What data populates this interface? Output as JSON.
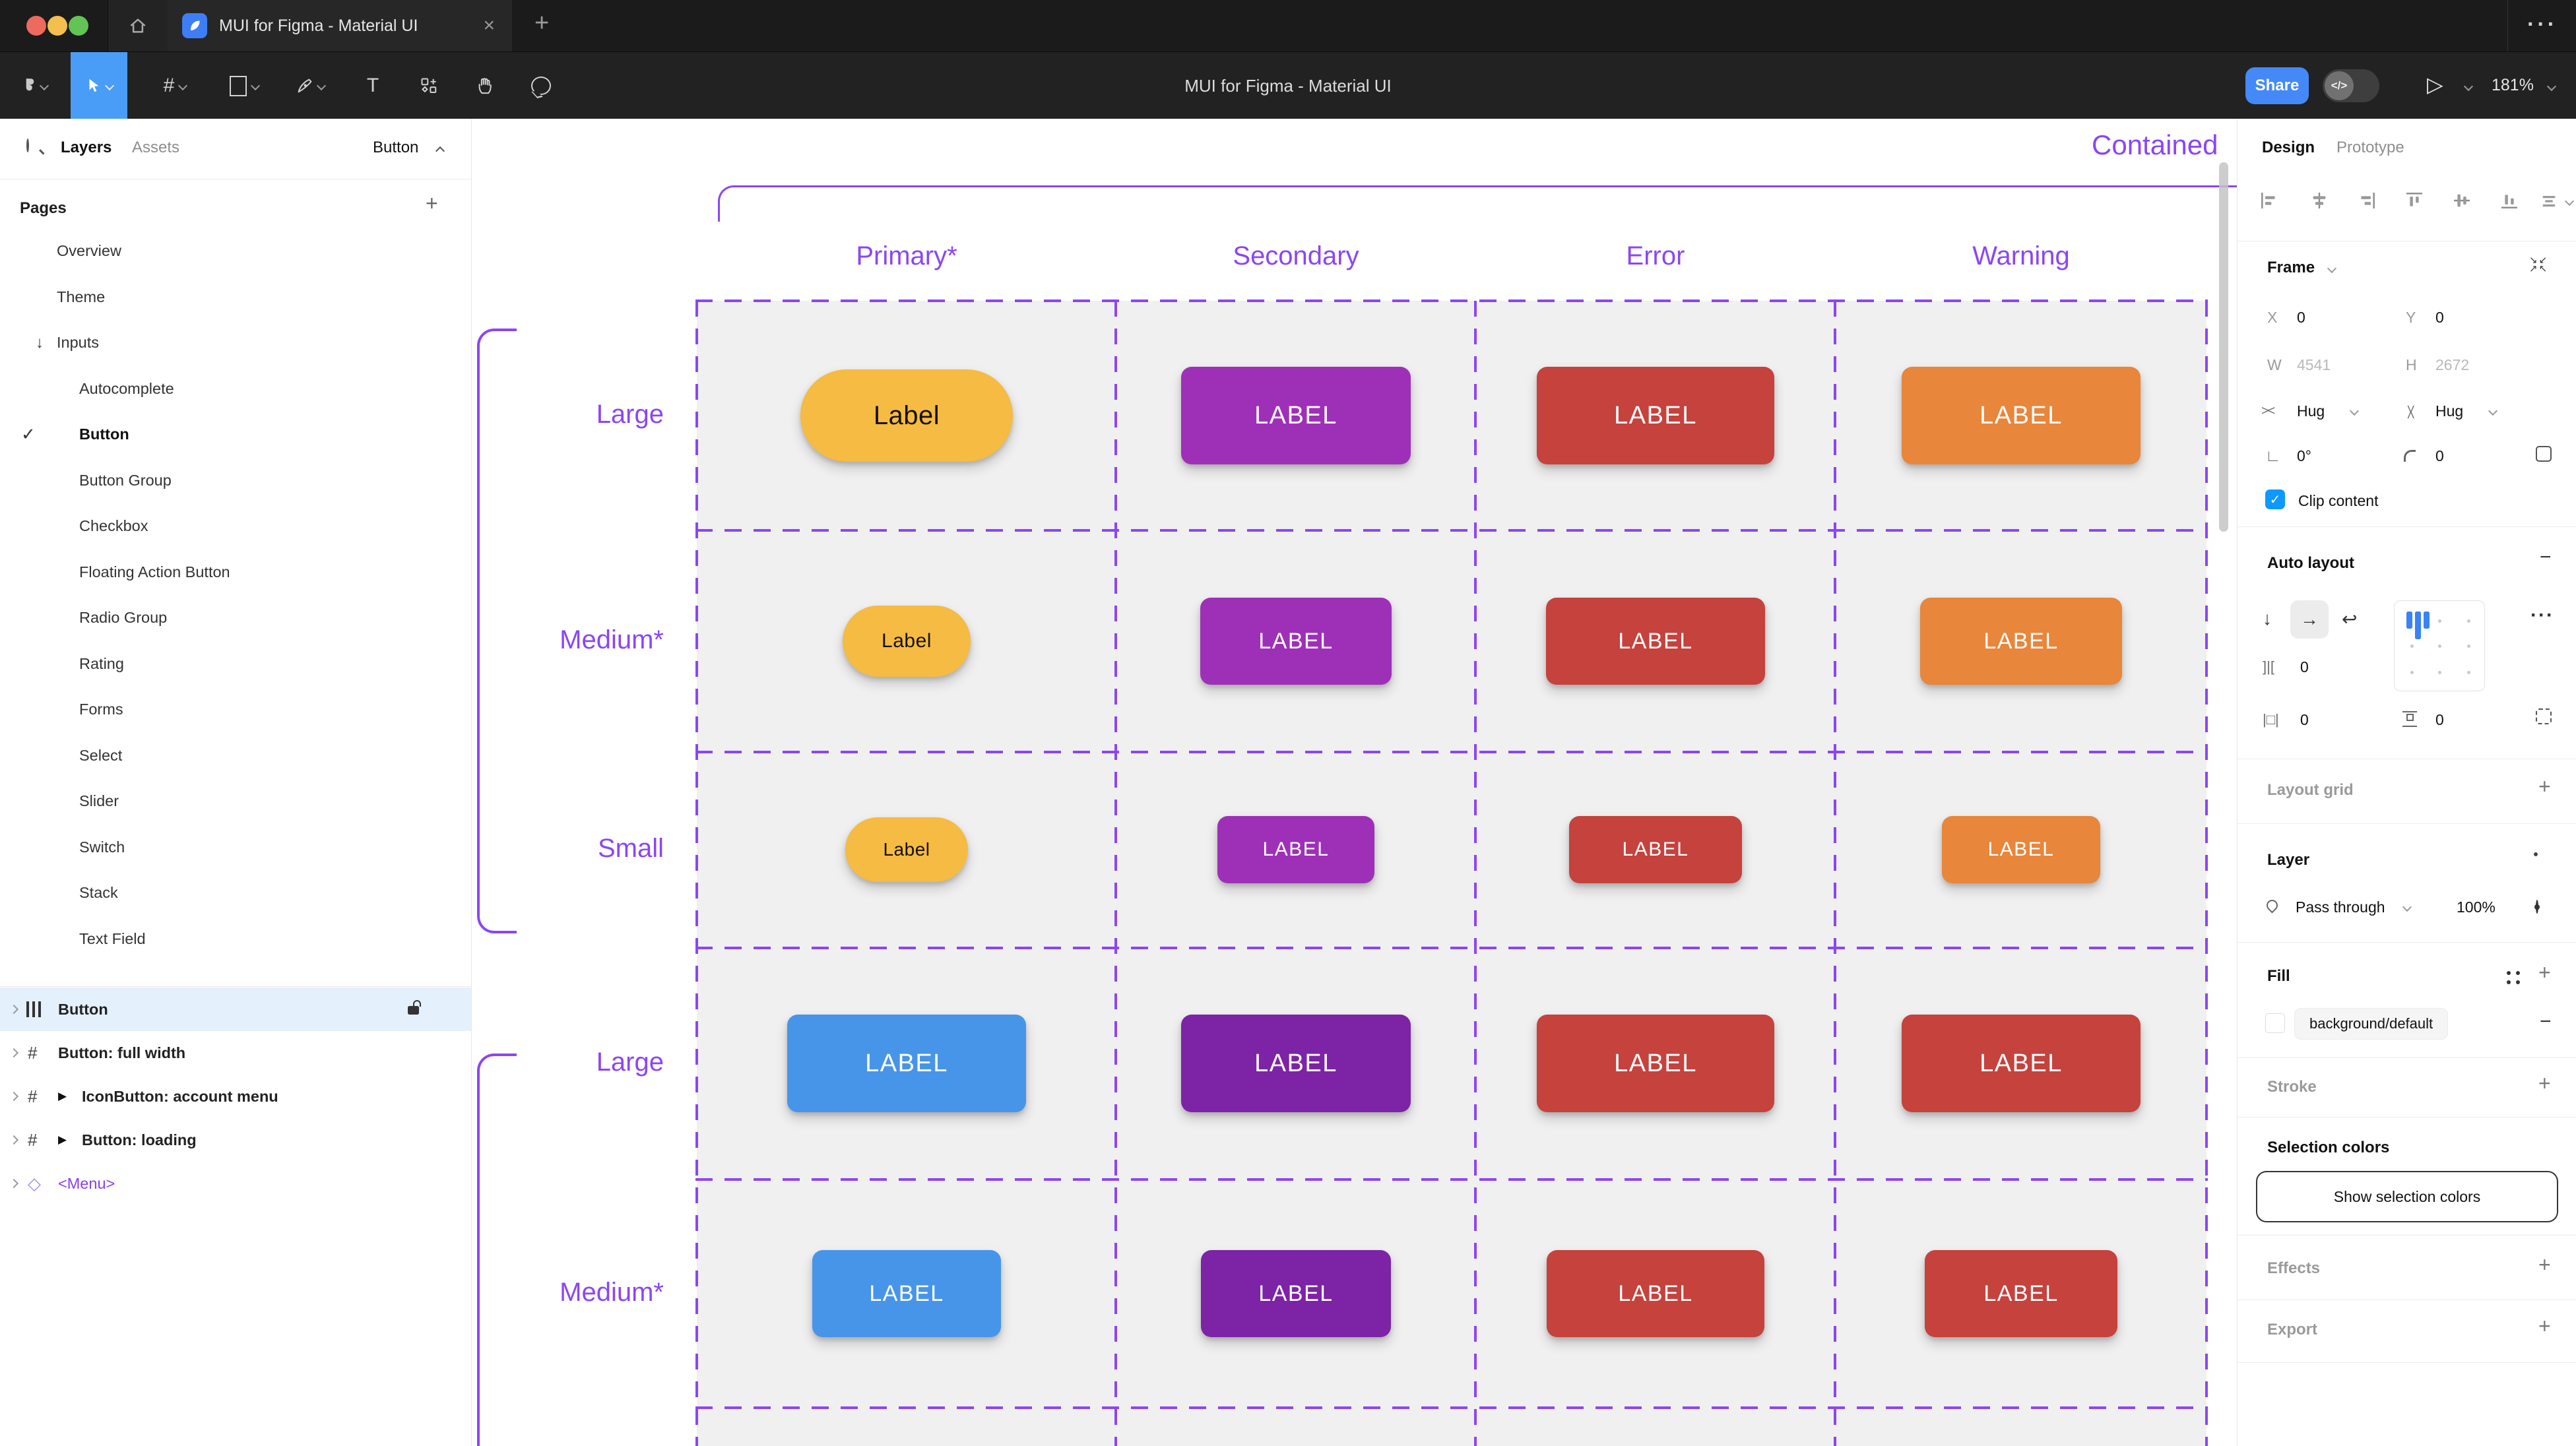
{
  "icons": {
    "check": "✓",
    "arrow_down": "↓",
    "arrow_right": "→",
    "wrap": "↩",
    "plus": "+",
    "minus": "−",
    "close": "×",
    "ellipsis": "···",
    "diamond": "◇",
    "play_filled": "▶",
    "play_outline": "▷",
    "hash": "#",
    "gap": "]|[",
    "pad_h": "|□|",
    "resize_h": "><",
    "angle": "∟",
    "text_tool": "T"
  },
  "window": {
    "tab_title": "MUI for Figma - Material UI",
    "toolbar_title": "MUI for Figma - Material UI",
    "share_label": "Share",
    "devmode_label": "</>",
    "zoom_level": "181%"
  },
  "sidebar": {
    "tab_layers": "Layers",
    "tab_assets": "Assets",
    "jump_label": "Button",
    "pages_header": "Pages",
    "pages": [
      "Overview",
      "Theme",
      "Inputs",
      "Autocomplete",
      "Button",
      "Button Group",
      "Checkbox",
      "Floating Action Button",
      "Radio Group",
      "Rating",
      "Forms",
      "Select",
      "Slider",
      "Switch",
      "Stack",
      "Text Field"
    ],
    "layers": [
      {
        "name": "Button"
      },
      {
        "name": "Button: full width"
      },
      {
        "name": "IconButton: account menu"
      },
      {
        "name": "Button: loading"
      },
      {
        "name": "<Menu>"
      }
    ]
  },
  "canvas": {
    "section_title": "Contained",
    "columns": [
      "Primary*",
      "Secondary",
      "Error",
      "Warning"
    ],
    "rows": [
      {
        "label": "Large",
        "buttons": [
          "Label",
          "LABEL",
          "LABEL",
          "LABEL"
        ]
      },
      {
        "label": "Medium*",
        "buttons": [
          "Label",
          "LABEL",
          "LABEL",
          "LABEL"
        ]
      },
      {
        "label": "Small",
        "buttons": [
          "Label",
          "LABEL",
          "LABEL",
          "LABEL"
        ]
      },
      {
        "label": "Large",
        "buttons": [
          "LABEL",
          "LABEL",
          "LABEL",
          "LABEL"
        ]
      },
      {
        "label": "Medium*",
        "buttons": [
          "LABEL",
          "LABEL",
          "LABEL",
          "LABEL"
        ]
      }
    ]
  },
  "inspector": {
    "tab_design": "Design",
    "tab_prototype": "Prototype",
    "frame": {
      "title": "Frame",
      "x_label": "X",
      "x_value": "0",
      "y_label": "Y",
      "y_value": "0",
      "w_label": "W",
      "w_value": "4541",
      "h_label": "H",
      "h_value": "2672",
      "hug_h": "Hug",
      "hug_v": "Hug",
      "rotation": "0°",
      "corner_radius": "0",
      "clip_label": "Clip content"
    },
    "auto_layout": {
      "title": "Auto layout",
      "gap": "0",
      "pad_h": "0",
      "pad_v": "0"
    },
    "layout_grid": {
      "title": "Layout grid"
    },
    "layer": {
      "title": "Layer",
      "blend_mode": "Pass through",
      "opacity": "100%"
    },
    "fill": {
      "title": "Fill",
      "style_name": "background/default"
    },
    "stroke": {
      "title": "Stroke"
    },
    "selection_colors": {
      "title": "Selection colors",
      "button_label": "Show selection colors"
    },
    "effects": {
      "title": "Effects"
    },
    "export": {
      "title": "Export"
    }
  },
  "palette": {
    "accent_blue": "#0D99FF",
    "canvas_purple": "#8B46F3",
    "button_yellow": "#F5BB42",
    "button_purple": "#9E30B8",
    "button_dark_purple": "#7D23A6",
    "button_red": "#C5423D",
    "button_orange": "#E8863B",
    "button_blue": "#4795E8",
    "selection_row": "#E4F0FB",
    "share_blue": "#4489F7"
  }
}
